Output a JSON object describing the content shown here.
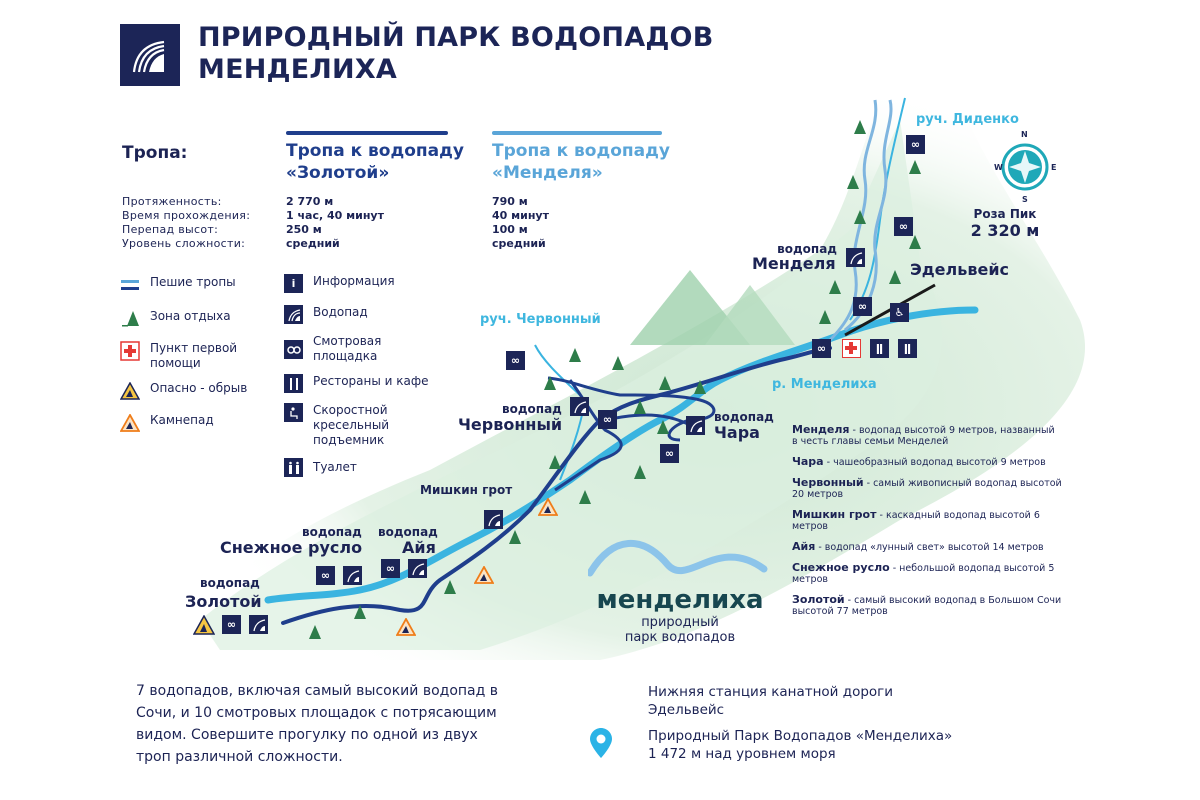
{
  "header": {
    "title_line1": "ПРИРОДНЫЙ ПАРК ВОДОПАДОВ",
    "title_line2": "МЕНДЕЛИХА",
    "logo_icon": "waterfall-logo-icon"
  },
  "trails": {
    "row_label": "Тропа:",
    "stat_labels": [
      "Протяженность:",
      "Время прохождения:",
      "Перепад высот:",
      "Уровень сложности:"
    ],
    "zolotoy": {
      "title_line1": "Тропа к водопаду",
      "title_line2": "«Золотой»",
      "color": "#1f3e8c",
      "values": [
        "2 770 м",
        "1 час, 40 минут",
        "250 м",
        "средний"
      ]
    },
    "mendelya": {
      "title_line1": "Тропа к водопаду",
      "title_line2": "«Менделя»",
      "color": "#5aa5d8",
      "values": [
        "790 м",
        "40 минут",
        "100 м",
        "средний"
      ]
    }
  },
  "legend": {
    "left": [
      {
        "icon": "hiking-trails-icon",
        "label": "Пешие тропы"
      },
      {
        "icon": "rest-area-tree-icon",
        "label": "Зона отдыха"
      },
      {
        "icon": "first-aid-icon",
        "label": "Пункт первой помощи"
      },
      {
        "icon": "danger-cliff-icon",
        "label": "Опасно - обрыв"
      },
      {
        "icon": "rockfall-icon",
        "label": "Камнепад"
      }
    ],
    "right": [
      {
        "icon": "information-icon",
        "label": "Информация"
      },
      {
        "icon": "waterfall-icon",
        "label": "Водопад"
      },
      {
        "icon": "viewpoint-binoculars-icon",
        "label": "Смотровая площадка"
      },
      {
        "icon": "restaurant-icon",
        "label": "Рестораны и кафе"
      },
      {
        "icon": "chairlift-icon",
        "label": "Скоростной кресельный подъемник"
      },
      {
        "icon": "toilet-icon",
        "label": "Туалет"
      }
    ]
  },
  "map": {
    "labels": {
      "creek_didenko": "руч. Диденко",
      "creek_chervonny": "руч. Червонный",
      "river": "р. Менделиха",
      "peak_name": "Роза Пик",
      "peak_height": "2 320 м",
      "edelweiss": "Эдельвейс",
      "waterfall_word": "водопад",
      "mendelya": "Менделя",
      "chervonny": "Червонный",
      "chara": "Чара",
      "mishkin": "Мишкин грот",
      "snezhnoe": "Снежное русло",
      "aiya": "Айя",
      "zolotoy": "Золотой"
    },
    "compass": {
      "n": "N",
      "s": "S",
      "w": "W",
      "e": "E"
    },
    "colors": {
      "river": "#3ab4e0",
      "trail_dark": "#1f3e8c",
      "trail_light": "#7fb5df",
      "greenery": "#d6ecd9",
      "tree": "#2e7d4a",
      "compass": "#1fa8b8"
    }
  },
  "brand": {
    "name": "менделиха",
    "subtitle_line1": "природный",
    "subtitle_line2": "парк водопадов"
  },
  "descriptions": [
    {
      "name": "Менделя",
      "text": " - водопад высотой 9 метров, названный в честь главы семьи Менделей"
    },
    {
      "name": "Чара",
      "text": " - чашеобразный водопад высотой 9 метров"
    },
    {
      "name": "Червонный",
      "text": " - самый живописный водопад высотой 20 метров"
    },
    {
      "name": "Мишкин грот",
      "text": " - каскадный водопад высотой 6 метров"
    },
    {
      "name": "Айя",
      "text": " - водопад «лунный свет» высотой 14 метров"
    },
    {
      "name": "Снежное русло",
      "text": " - небольшой водопад высотой 5 метров"
    },
    {
      "name": "Золотой",
      "text": " - самый высокий водопад в Большом Сочи высотой 77 метров"
    }
  ],
  "footer": {
    "summary": "7 водопадов, включая самый высокий водопад в Сочи, и 10 смотровых площадок с потрясающим видом. Совершите прогулку по одной из двух троп различной сложности.",
    "station": "Нижняя станция канатной дороги Эдельвейс",
    "location": "Природный Парк Водопадов «Менделиха» 1 472 м над уровнем моря",
    "pin_icon": "location-pin-icon",
    "pin_color": "#2bb3e6"
  }
}
